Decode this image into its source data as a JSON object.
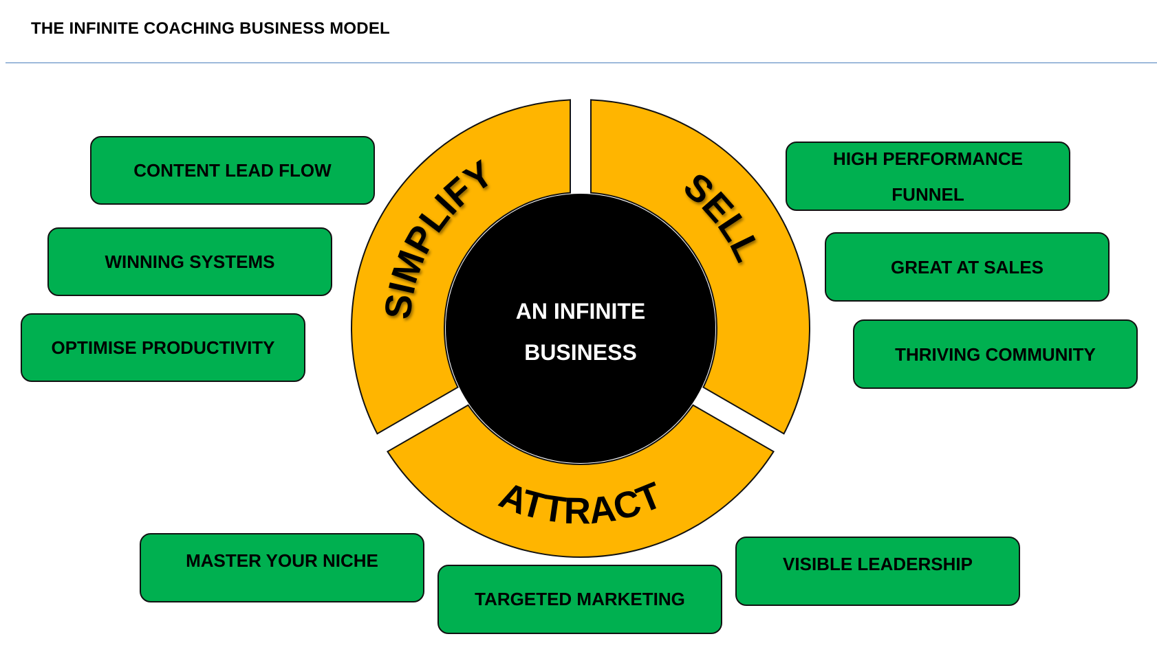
{
  "title": "THE INFINITE COACHING BUSINESS MODEL",
  "colors": {
    "segment_fill": "#FFB500",
    "center_fill": "#000000",
    "box_fill": "#00B050",
    "rule": "#4A7EBB"
  },
  "center": {
    "line1": "AN INFINITE",
    "line2": "BUSINESS"
  },
  "segments": [
    {
      "id": "simplify",
      "label": "SIMPLIFY"
    },
    {
      "id": "sell",
      "label": "SELL"
    },
    {
      "id": "attract",
      "label": "ATTRACT"
    }
  ],
  "boxes": {
    "simplify": [
      {
        "label": "CONTENT LEAD FLOW"
      },
      {
        "label": "WINNING SYSTEMS"
      },
      {
        "label": "OPTIMISE PRODUCTIVITY"
      }
    ],
    "sell": [
      {
        "label_line1": "HIGH PERFORMANCE",
        "label_line2": "FUNNEL"
      },
      {
        "label": "GREAT AT SALES"
      },
      {
        "label": "THRIVING COMMUNITY"
      }
    ],
    "attract": [
      {
        "label": "MASTER YOUR NICHE"
      },
      {
        "label": "TARGETED MARKETING"
      },
      {
        "label": "VISIBLE LEADERSHIP"
      }
    ]
  }
}
